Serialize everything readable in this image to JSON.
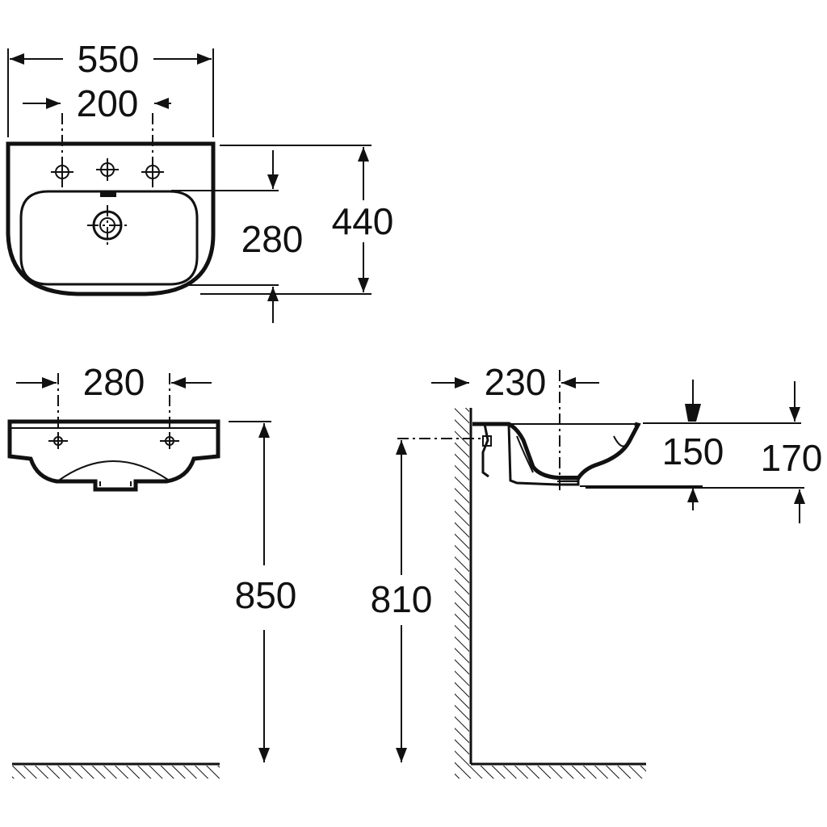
{
  "top_view": {
    "dim_width": "550",
    "dim_tap_spacing": "200",
    "dim_bowl_depth": "280",
    "dim_depth": "440"
  },
  "front_view": {
    "dim_hole_spacing": "280",
    "dim_height": "850"
  },
  "side_view": {
    "dim_projection": "230",
    "dim_fixing_height": "810",
    "dim_bowl_height": "150",
    "dim_total_height": "170"
  }
}
